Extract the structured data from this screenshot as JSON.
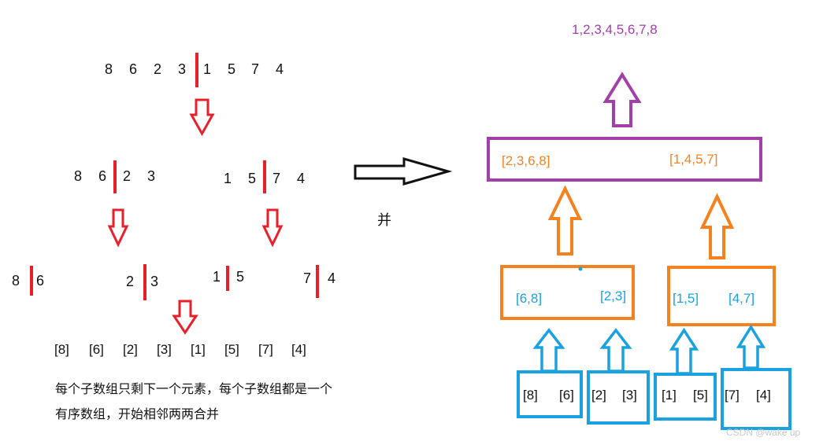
{
  "left": {
    "top_digits": [
      "8",
      "6",
      "2",
      "3",
      "1",
      "5",
      "7",
      "4"
    ],
    "level2_left": [
      "8",
      "6",
      "2",
      "3"
    ],
    "level2_right": [
      "1",
      "5",
      "7",
      "4"
    ],
    "level3": [
      "8",
      "6",
      "2",
      "3",
      "1",
      "5",
      "7",
      "4"
    ],
    "singles": [
      "[8]",
      "[6]",
      "[2]",
      "[3]",
      "[1]",
      "[5]",
      "[7]",
      "[4]"
    ],
    "note_line1": "每个子数组只剩下一个元素，每个子数组都是一个",
    "note_line2": "有序数组，开始相邻两两合并"
  },
  "middle": {
    "label": "并"
  },
  "right": {
    "leaves": [
      {
        "a": "[8]",
        "b": "[6]"
      },
      {
        "a": "[2]",
        "b": "[3]"
      },
      {
        "a": "[1]",
        "b": "[5]"
      },
      {
        "a": "[7]",
        "b": "[4]"
      }
    ],
    "pairs": [
      {
        "a": "[6,8]",
        "b": "[2,3]"
      },
      {
        "a": "[1,5]",
        "b": "[4,7]"
      }
    ],
    "halves": {
      "a": "[2,3,6,8]",
      "b": "[1,4,5,7]"
    },
    "result": "1,2,3,4,5,6,7,8"
  },
  "colors": {
    "split": "#e8202a",
    "down_arrow": "#e8202a",
    "leaf": "#1aa1e0",
    "pair": "#f5821f",
    "half": "#a040a8",
    "result": "#a040a8",
    "black": "#111111"
  },
  "watermark": "CSDN @wake up"
}
